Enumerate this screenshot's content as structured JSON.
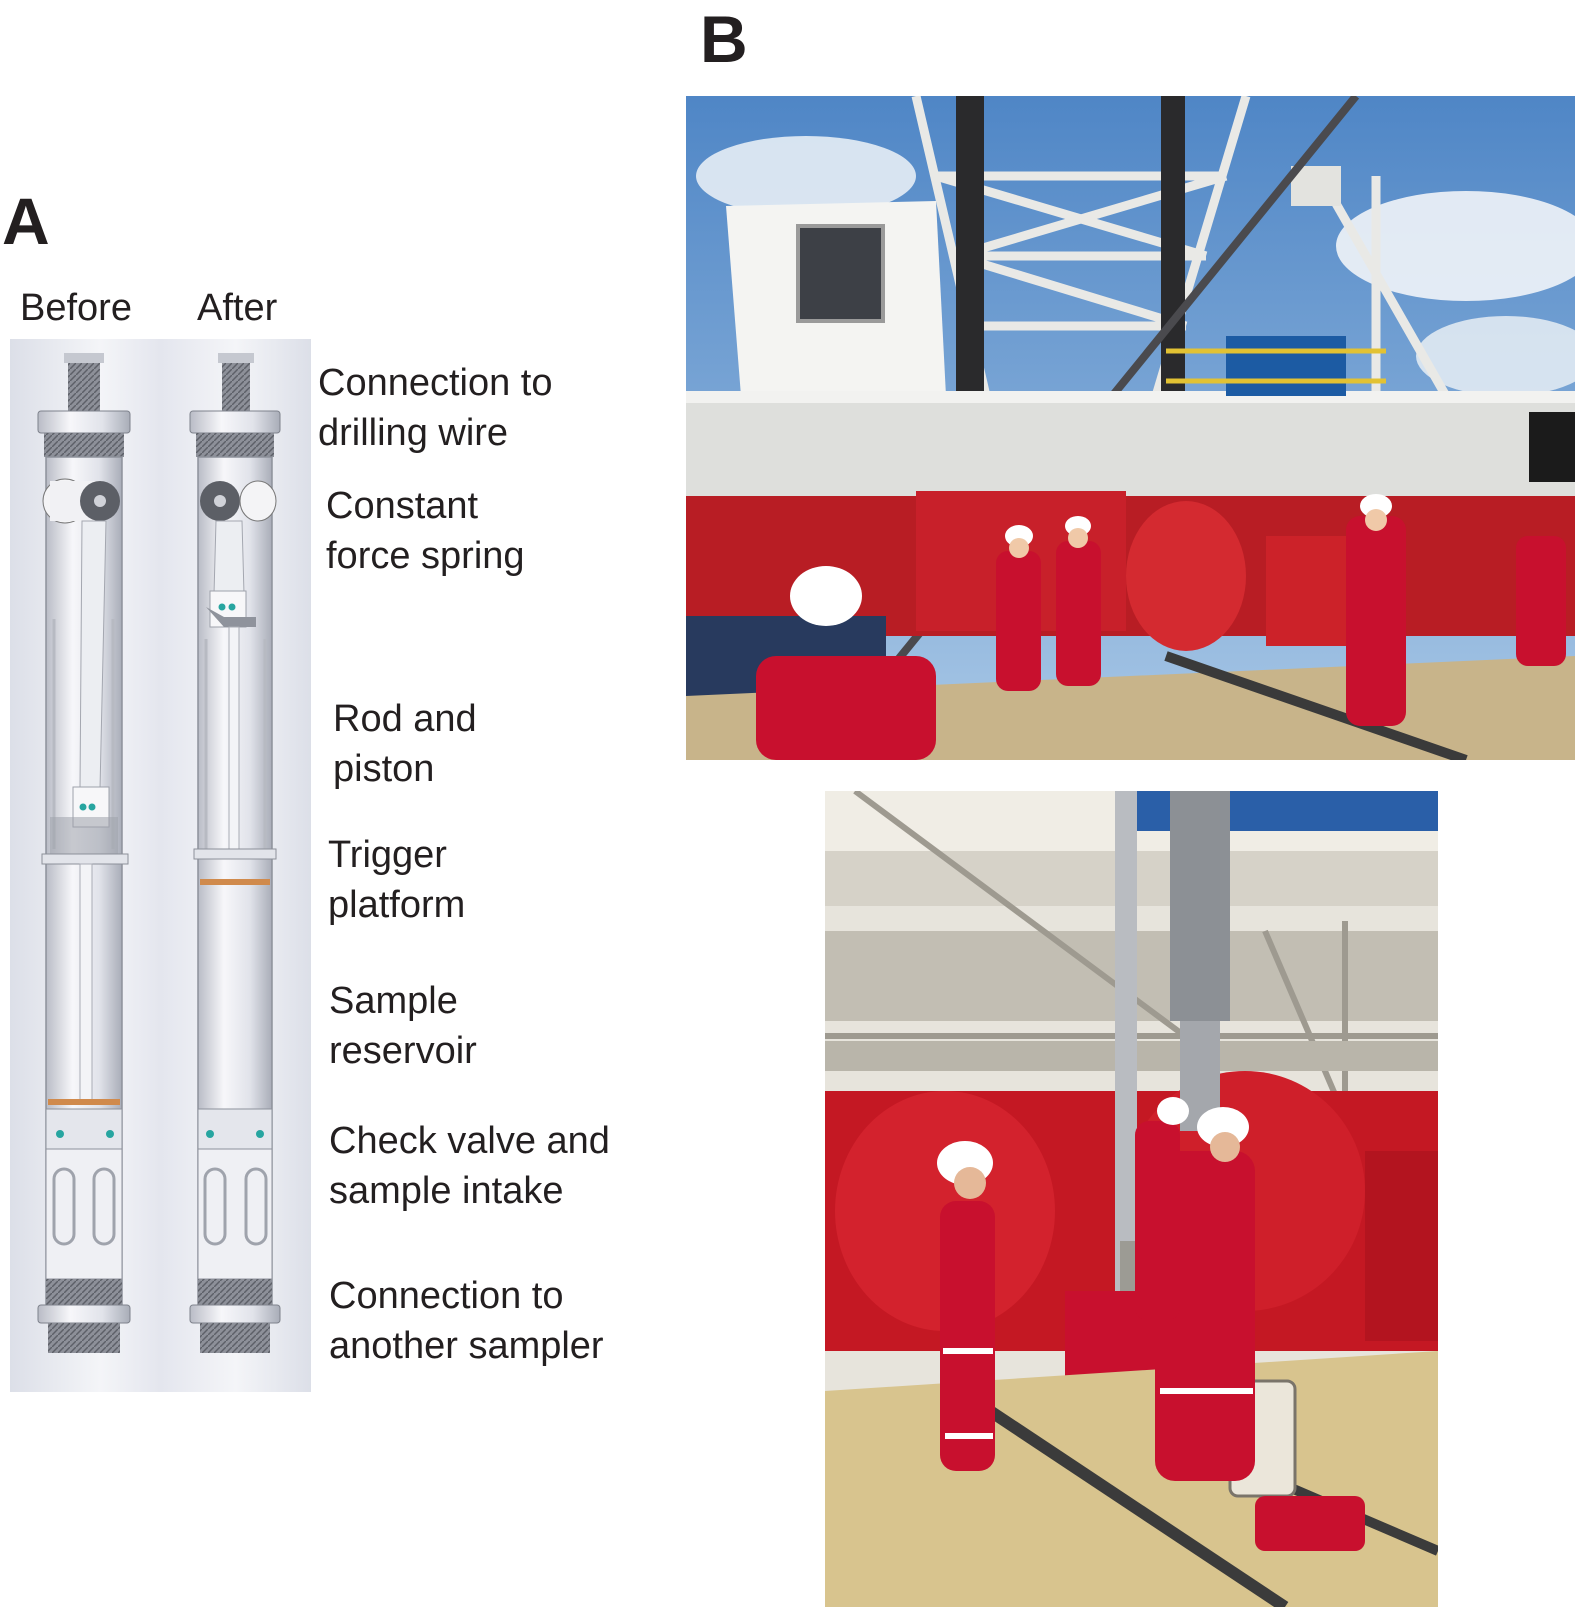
{
  "panels": {
    "a": {
      "letter": "A"
    },
    "b": {
      "letter": "B"
    }
  },
  "columns": {
    "before": "Before",
    "after": "After"
  },
  "labels": [
    "Connection to\ndrilling wire",
    "Constant\nforce spring",
    "Rod and\npiston",
    "Trigger\nplatform",
    "Sample\nreservoir",
    "Check valve and\nsample intake",
    "Connection to\nanother sampler"
  ],
  "colors": {
    "text": "#231f20",
    "coverall_red": "#c8102e",
    "metal": "#c9ccd4",
    "sky": "#6fa1d4"
  }
}
